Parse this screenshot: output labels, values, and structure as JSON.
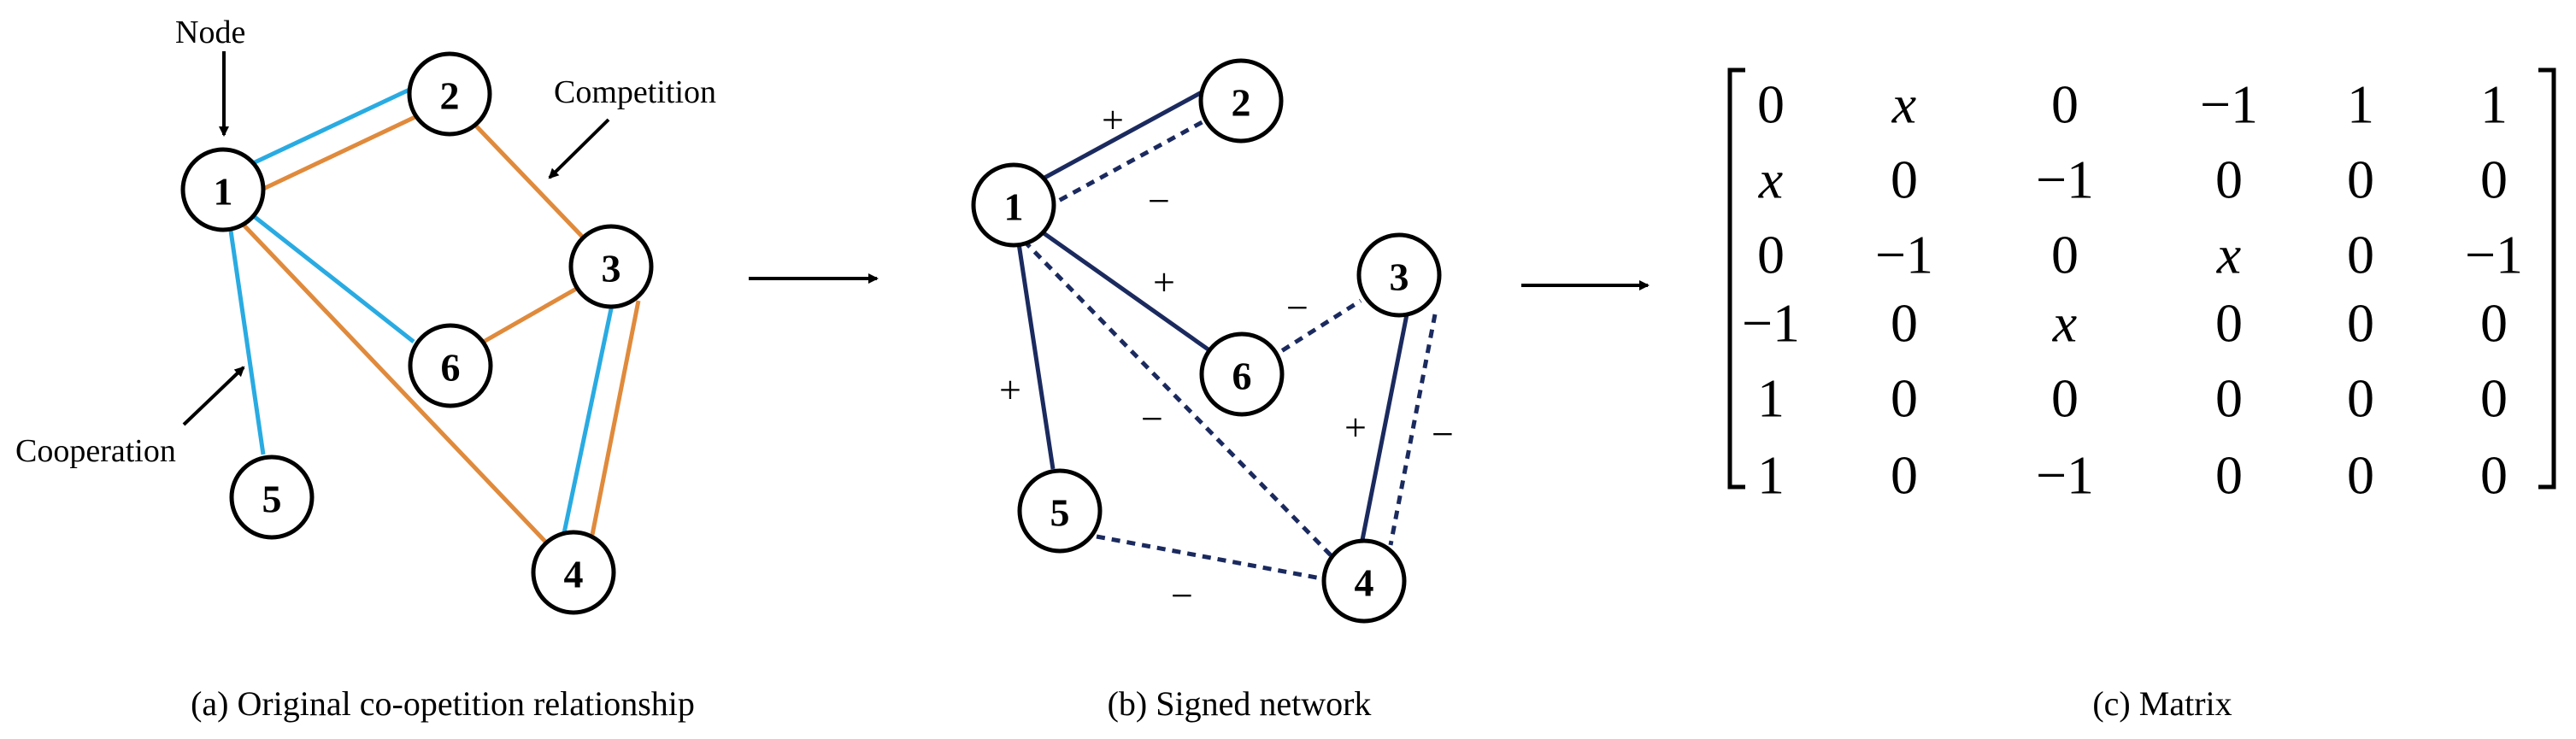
{
  "panel_a": {
    "caption": "(a) Original co-opetition relationship",
    "callouts": {
      "node": "Node",
      "competition": "Competition",
      "cooperation": "Cooperation"
    },
    "nodes": [
      "1",
      "2",
      "3",
      "4",
      "5",
      "6"
    ],
    "edges": [
      {
        "from": "1",
        "to": "2",
        "type": "cooperation"
      },
      {
        "from": "1",
        "to": "2",
        "type": "competition"
      },
      {
        "from": "2",
        "to": "3",
        "type": "competition"
      },
      {
        "from": "1",
        "to": "6",
        "type": "cooperation"
      },
      {
        "from": "6",
        "to": "3",
        "type": "competition"
      },
      {
        "from": "1",
        "to": "5",
        "type": "cooperation"
      },
      {
        "from": "1",
        "to": "4",
        "type": "competition"
      },
      {
        "from": "3",
        "to": "4",
        "type": "cooperation"
      },
      {
        "from": "3",
        "to": "4",
        "type": "competition"
      }
    ],
    "colors": {
      "cooperation": "#29ABE2",
      "competition": "#E08A3C"
    }
  },
  "panel_b": {
    "caption": "(b) Signed network",
    "nodes": [
      "1",
      "2",
      "3",
      "4",
      "5",
      "6"
    ],
    "positive_sign": "+",
    "negative_sign": "−",
    "edges": [
      {
        "from": "1",
        "to": "2",
        "sign": "+"
      },
      {
        "from": "1",
        "to": "2",
        "sign": "−"
      },
      {
        "from": "1",
        "to": "6",
        "sign": "+"
      },
      {
        "from": "6",
        "to": "3",
        "sign": "−"
      },
      {
        "from": "1",
        "to": "5",
        "sign": "+"
      },
      {
        "from": "1",
        "to": "4",
        "sign": "−"
      },
      {
        "from": "3",
        "to": "4",
        "sign": "+"
      },
      {
        "from": "3",
        "to": "4",
        "sign": "−"
      },
      {
        "from": "5",
        "to": "4",
        "sign": "−"
      }
    ],
    "color": "#1B2A5E"
  },
  "panel_c": {
    "caption": "(c) Matrix",
    "matrix": [
      [
        "0",
        "x",
        "0",
        "−1",
        "1",
        "1"
      ],
      [
        "x",
        "0",
        "−1",
        "0",
        "0",
        "0"
      ],
      [
        "0",
        "−1",
        "0",
        "x",
        "0",
        "−1"
      ],
      [
        "−1",
        "0",
        "x",
        "0",
        "0",
        "0"
      ],
      [
        "1",
        "0",
        "0",
        "0",
        "0",
        "0"
      ],
      [
        "1",
        "0",
        "−1",
        "0",
        "0",
        "0"
      ]
    ]
  }
}
